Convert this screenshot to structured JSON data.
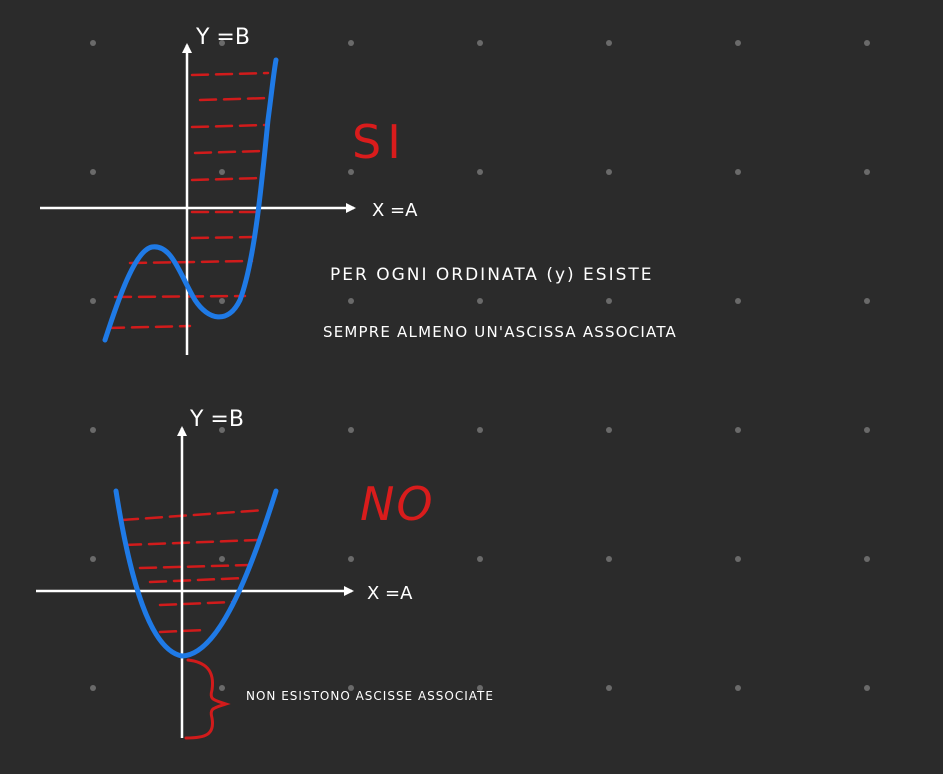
{
  "colors": {
    "background": "#2b2b2b",
    "grid_dot": "#6a6a6a",
    "axis": "#ffffff",
    "curve": "#1f7ae6",
    "hatch": "#d11b1b",
    "answer": "#d91c1c",
    "text": "#ffffff"
  },
  "top": {
    "y_label": "Y =B",
    "x_label": "X =A",
    "answer": "SI",
    "note_line1": "PER OGNI ORDINATA (y) ESISTE",
    "note_line2": "SEMPRE ALMENO UN'ASCISSA ASSOCIATA"
  },
  "bottom": {
    "y_label": "Y =B",
    "x_label": "X =A",
    "answer": "NO",
    "note": "NON ESISTONO ASCISSE ASSOCIATE"
  }
}
